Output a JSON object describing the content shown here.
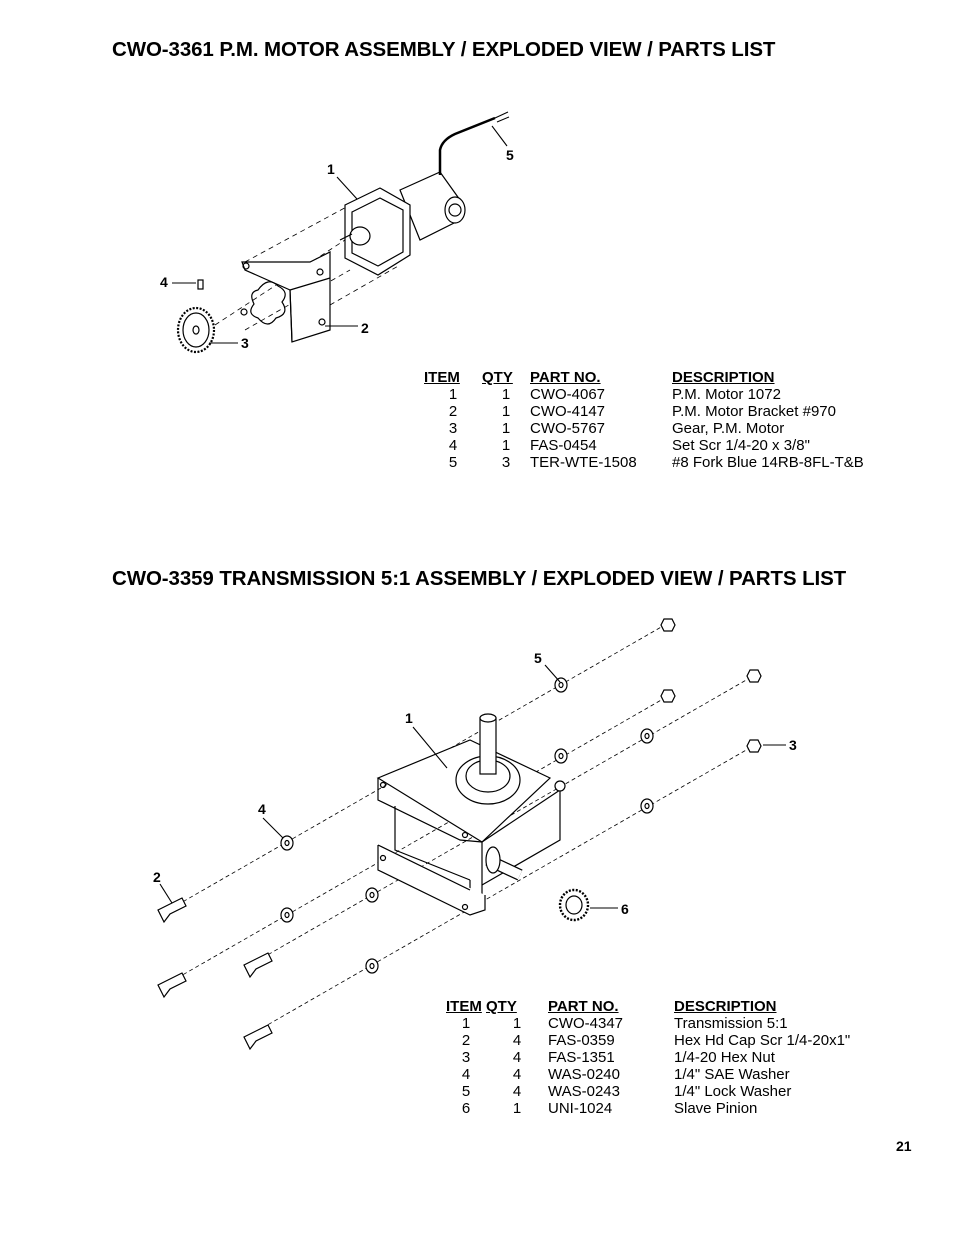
{
  "sections": [
    {
      "title": "CWO-3361 P.M. MOTOR ASSEMBLY / EXPLODED VIEW / PARTS LIST",
      "callouts": [
        "1",
        "2",
        "3",
        "4",
        "5"
      ],
      "table": {
        "headers": [
          "ITEM",
          "QTY",
          "PART NO.",
          "DESCRIPTION"
        ],
        "rows": [
          [
            "1",
            "1",
            "CWO-4067",
            "P.M. Motor 1072"
          ],
          [
            "2",
            "1",
            "CWO-4147",
            "P.M. Motor Bracket #970"
          ],
          [
            "3",
            "1",
            "CWO-5767",
            "Gear, P.M. Motor"
          ],
          [
            "4",
            "1",
            "FAS-0454",
            "Set Scr 1/4-20 x 3/8\""
          ],
          [
            "5",
            "3",
            "TER-WTE-1508",
            "#8 Fork Blue 14RB-8FL-T&B"
          ]
        ]
      }
    },
    {
      "title": "CWO-3359 TRANSMISSION 5:1 ASSEMBLY / EXPLODED VIEW / PARTS LIST",
      "callouts": [
        "1",
        "2",
        "3",
        "4",
        "5",
        "6"
      ],
      "table": {
        "headers": [
          "ITEM",
          "QTY",
          "PART NO.",
          "DESCRIPTION"
        ],
        "rows": [
          [
            "1",
            "1",
            "CWO-4347",
            "Transmission 5:1"
          ],
          [
            "2",
            "4",
            "FAS-0359",
            "Hex Hd Cap Scr 1/4-20x1\""
          ],
          [
            "3",
            "4",
            "FAS-1351",
            "1/4-20 Hex Nut"
          ],
          [
            "4",
            "4",
            "WAS-0240",
            "1/4\" SAE Washer"
          ],
          [
            "5",
            "4",
            "WAS-0243",
            "1/4\" Lock Washer"
          ],
          [
            "6",
            "1",
            "UNI-1024",
            "Slave Pinion"
          ]
        ]
      }
    }
  ],
  "page_number": "21"
}
